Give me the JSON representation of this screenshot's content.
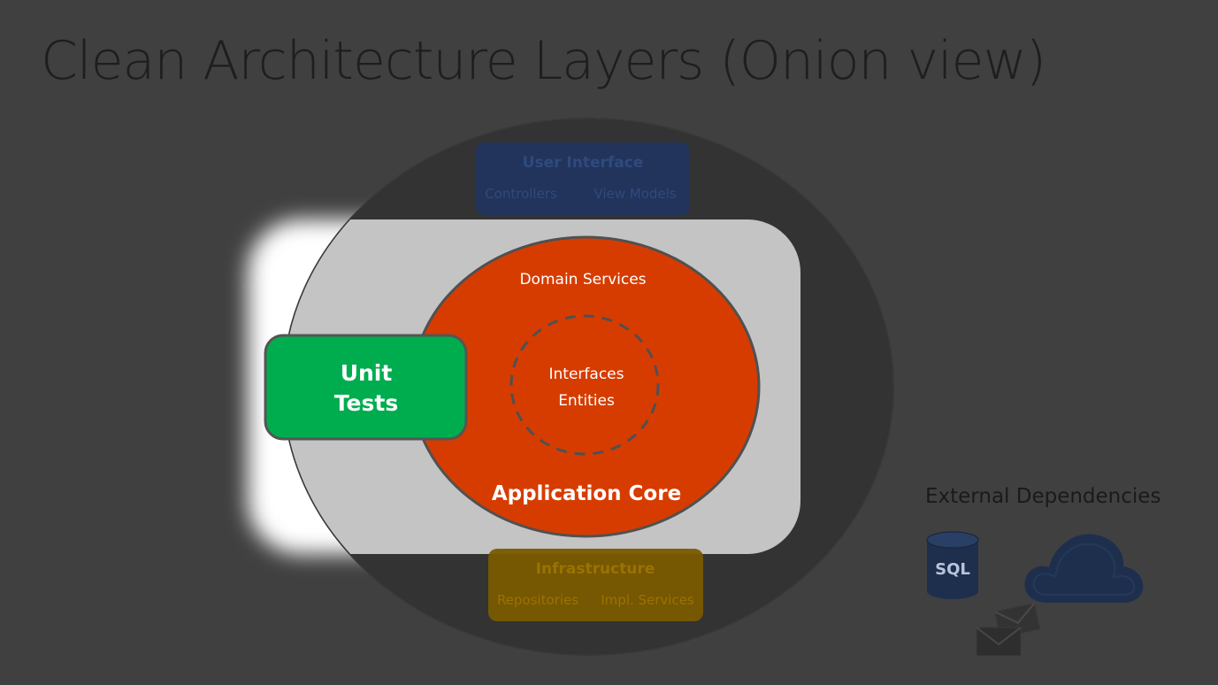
{
  "title": "Clean Architecture Layers (Onion view)",
  "layers": {
    "user_interface": {
      "title": "User Interface",
      "items": [
        "Controllers",
        "View Models"
      ]
    },
    "application_core": {
      "label": "Application Core",
      "domain_services": "Domain Services",
      "inner": [
        "Interfaces",
        "Entities"
      ]
    },
    "infrastructure": {
      "title": "Infrastructure",
      "items": [
        "Repositories",
        "Impl. Services"
      ]
    },
    "unit_tests": [
      "Unit",
      "Tests"
    ]
  },
  "external": {
    "label": "External Dependencies",
    "sql_label": "SQL",
    "icons": [
      "database-icon",
      "mail-icon",
      "cloud-icon"
    ]
  },
  "colors": {
    "background": "#404040",
    "outer_ring": "#333333",
    "highlight": "#c4c4c4",
    "core": "#d63c00",
    "unit_tests": "#00ad4e",
    "user_interface": "#22355e",
    "infrastructure": "#7a5a00",
    "icons": "#1e2f4d"
  }
}
